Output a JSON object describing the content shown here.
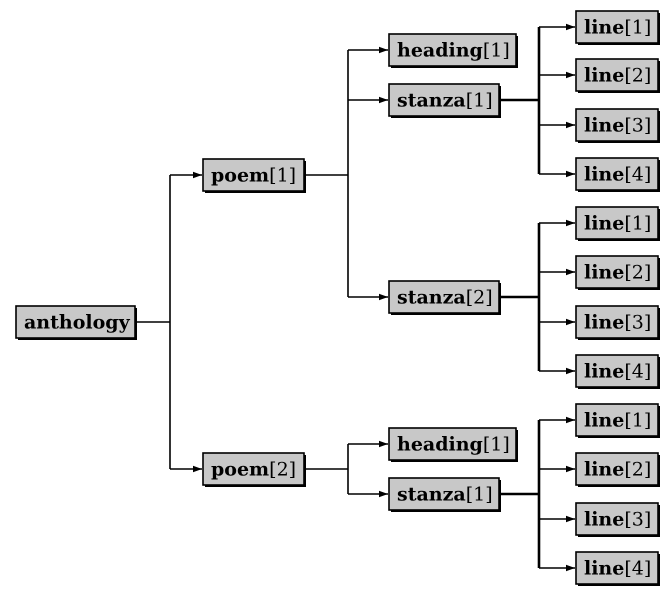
{
  "tree": {
    "name": "anthology",
    "index": "",
    "children": [
      {
        "name": "poem",
        "index": "[1]",
        "children": [
          {
            "name": "heading",
            "index": "[1]"
          },
          {
            "name": "stanza",
            "index": "[1]",
            "children": [
              {
                "name": "line",
                "index": "[1]"
              },
              {
                "name": "line",
                "index": "[2]"
              },
              {
                "name": "line",
                "index": "[3]"
              },
              {
                "name": "line",
                "index": "[4]"
              }
            ]
          },
          {
            "name": "stanza",
            "index": "[2]",
            "children": [
              {
                "name": "line",
                "index": "[1]"
              },
              {
                "name": "line",
                "index": "[2]"
              },
              {
                "name": "line",
                "index": "[3]"
              },
              {
                "name": "line",
                "index": "[4]"
              }
            ]
          }
        ]
      },
      {
        "name": "poem",
        "index": "[2]",
        "children": [
          {
            "name": "heading",
            "index": "[1]"
          },
          {
            "name": "stanza",
            "index": "[1]",
            "children": [
              {
                "name": "line",
                "index": "[1]"
              },
              {
                "name": "line",
                "index": "[2]"
              },
              {
                "name": "line",
                "index": "[3]"
              },
              {
                "name": "line",
                "index": "[4]"
              }
            ]
          }
        ]
      }
    ]
  }
}
